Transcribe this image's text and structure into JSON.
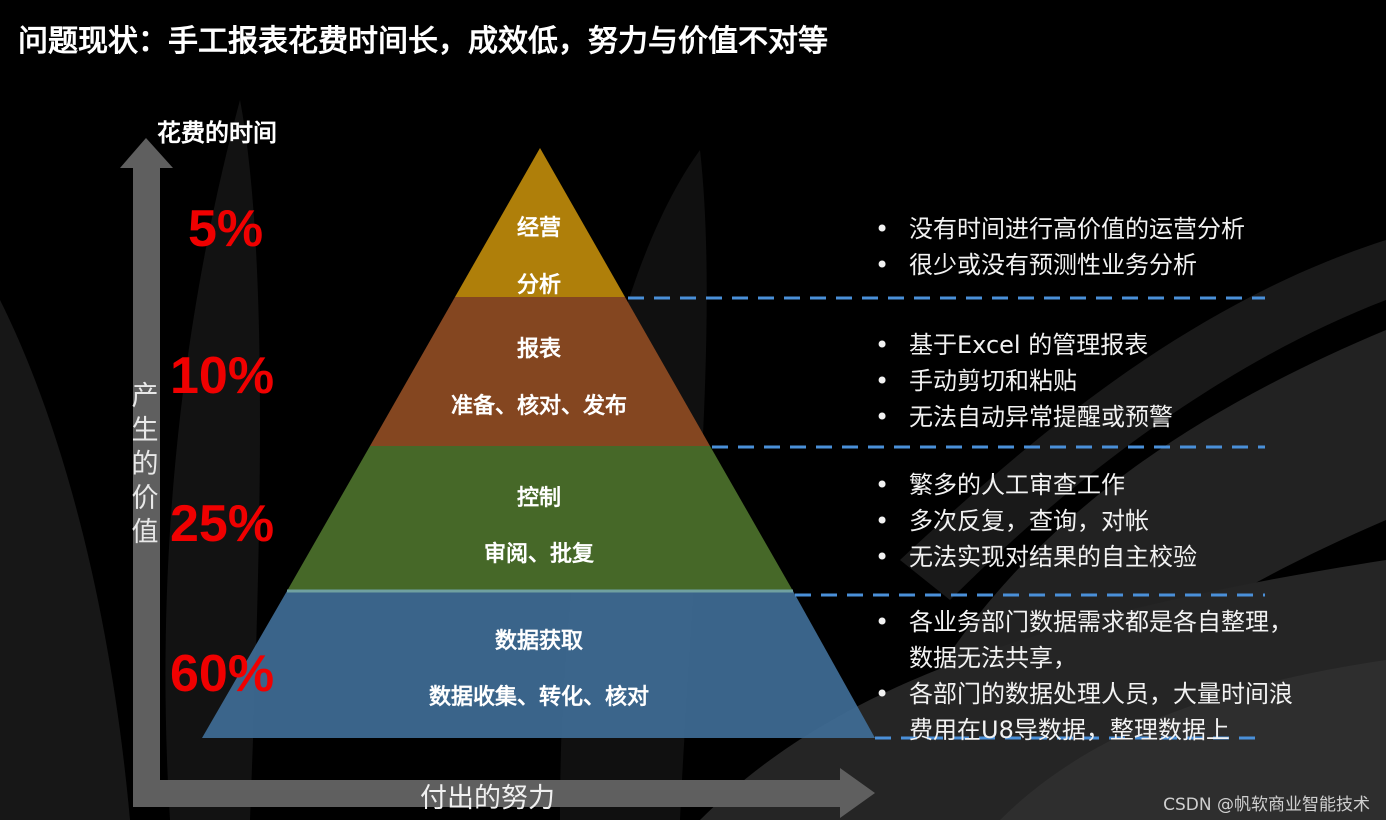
{
  "title": "问题现状：手工报表花费时间长，成效低，努力与价值不对等",
  "axes": {
    "y_top_label": "花费的时间",
    "y_side_label": "产生的价值",
    "x_label": "付出的努力",
    "arrow_color": "#5f5f5f"
  },
  "chart_data": {
    "type": "pyramid",
    "title": "问题现状：手工报表花费时间长，成效低，努力与价值不对等",
    "xlabel": "付出的努力",
    "ylabel": "花费的时间 / 产生的价值",
    "layers": [
      {
        "name": "经营分析",
        "percent_time": 5,
        "color": "#b8860b",
        "notes": [
          "没有时间进行高价值的运营分析",
          "很少或没有预测性业务分析"
        ]
      },
      {
        "name": "报表 准备、核对、发布",
        "percent_time": 10,
        "color": "#8b4a22",
        "notes": [
          "基于Excel 的管理报表",
          "手动剪切和粘贴",
          "无法自动异常提醒或预警"
        ]
      },
      {
        "name": "控制 审阅、批复",
        "percent_time": 25,
        "color": "#4a6e2a",
        "notes": [
          "繁多的人工审查工作",
          "多次反复，查询，对帐",
          "无法实现对结果的自主校验"
        ]
      },
      {
        "name": "数据获取 数据收集、转化、核对",
        "percent_time": 60,
        "color": "#3f6d96",
        "notes": [
          "各业务部门数据需求都是各自整理，数据无法共享，",
          "各部门的数据处理人员，大量时间浪费用在U8导数据，整理数据上"
        ]
      }
    ]
  },
  "percentages": [
    "5%",
    "10%",
    "25%",
    "60%"
  ],
  "pyramid": {
    "layer1": {
      "line1": "经营",
      "line2": "分析"
    },
    "layer2": {
      "line1": "报表",
      "line2": "准备、核对、发布"
    },
    "layer3": {
      "line1": "控制",
      "line2": "审阅、批复"
    },
    "layer4": {
      "line1": "数据获取",
      "line2": "数据收集、转化、核对"
    }
  },
  "notes": {
    "group1": [
      "没有时间进行高价值的运营分析",
      "很少或没有预测性业务分析"
    ],
    "group2": [
      "基于Excel 的管理报表",
      "手动剪切和粘贴",
      "无法自动异常提醒或预警"
    ],
    "group3": [
      "繁多的人工审查工作",
      "多次反复，查询，对帐",
      "无法实现对结果的自主校验"
    ],
    "group4": [
      "各业务部门数据需求都是各自整理，",
      "数据无法共享，",
      "各部门的数据处理人员，大量时间浪",
      "费用在U8导数据，整理数据上"
    ]
  },
  "bullet_char": "•",
  "divider_color": "#4a90d9",
  "percent_color": "#f00000",
  "watermark": "CSDN @帆软商业智能技术"
}
